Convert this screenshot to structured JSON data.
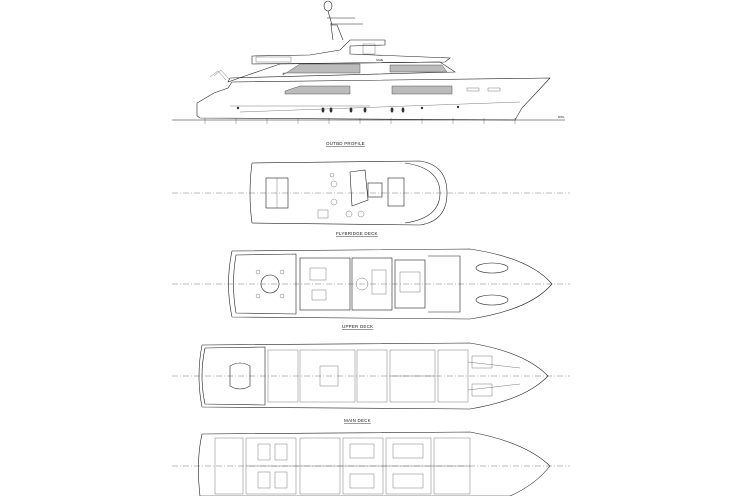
{
  "drawing": {
    "views": [
      {
        "id": "profile",
        "label": "OUTBD PROFILE"
      },
      {
        "id": "flybridge",
        "label": "FLYBRIDGE DECK"
      },
      {
        "id": "upper",
        "label": "UPPER DECK"
      },
      {
        "id": "main",
        "label": "MAIN DECK"
      },
      {
        "id": "lower",
        "label": ""
      }
    ],
    "vessel_name_mark": "NAME",
    "waterline_mark": "DWL",
    "colors": {
      "line": "#222222",
      "glass": "#bbbbbb",
      "background": "#ffffff"
    }
  }
}
